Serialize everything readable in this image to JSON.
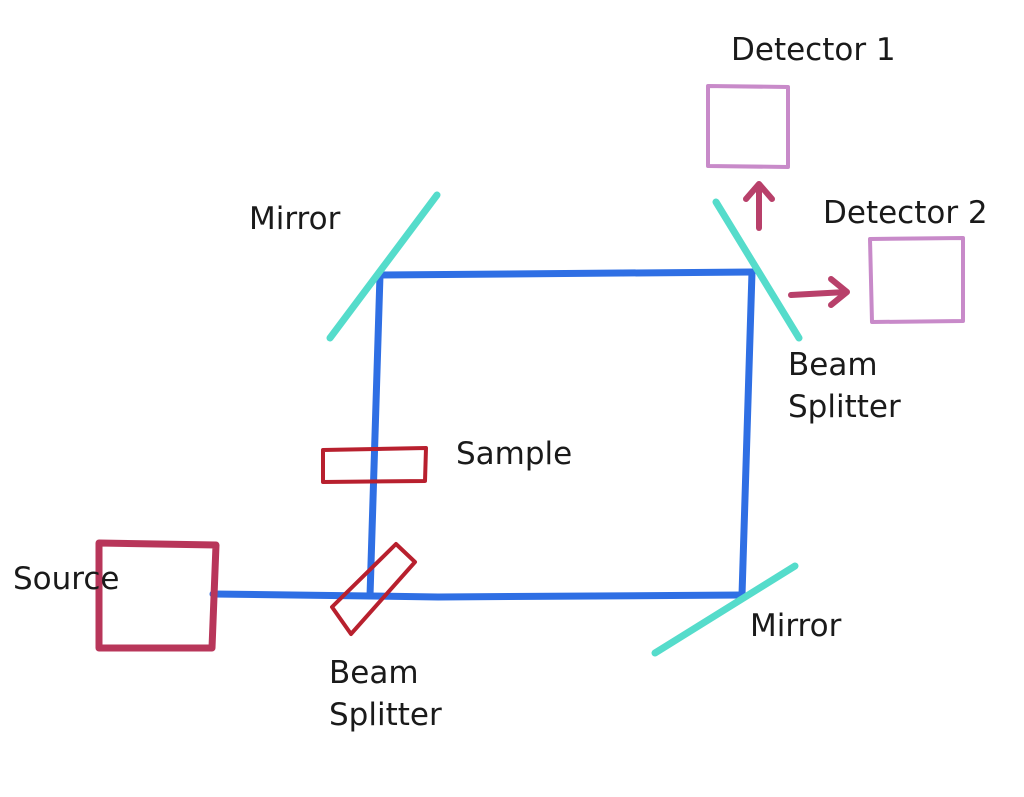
{
  "diagram": {
    "title": "Mach-Zehnder interferometer",
    "labels": {
      "detector1": "Detector 1",
      "detector2": "Detector 2",
      "mirror_top": "Mirror",
      "mirror_bottom": "Mirror",
      "beam_splitter_top_line1": "Beam",
      "beam_splitter_top_line2": "Splitter",
      "beam_splitter_bottom_line1": "Beam",
      "beam_splitter_bottom_line2": "Splitter",
      "sample": "Sample",
      "source": "Source"
    },
    "colors": {
      "beam": "#2f6fe4",
      "mirror": "#55dccb",
      "source": "#b8365a",
      "sample": "#b8202e",
      "beam_splitter_bottom": "#b8202e",
      "detector": "#c88ac9",
      "output_arrow": "#b8406a",
      "text": "#1a1a1a"
    }
  }
}
